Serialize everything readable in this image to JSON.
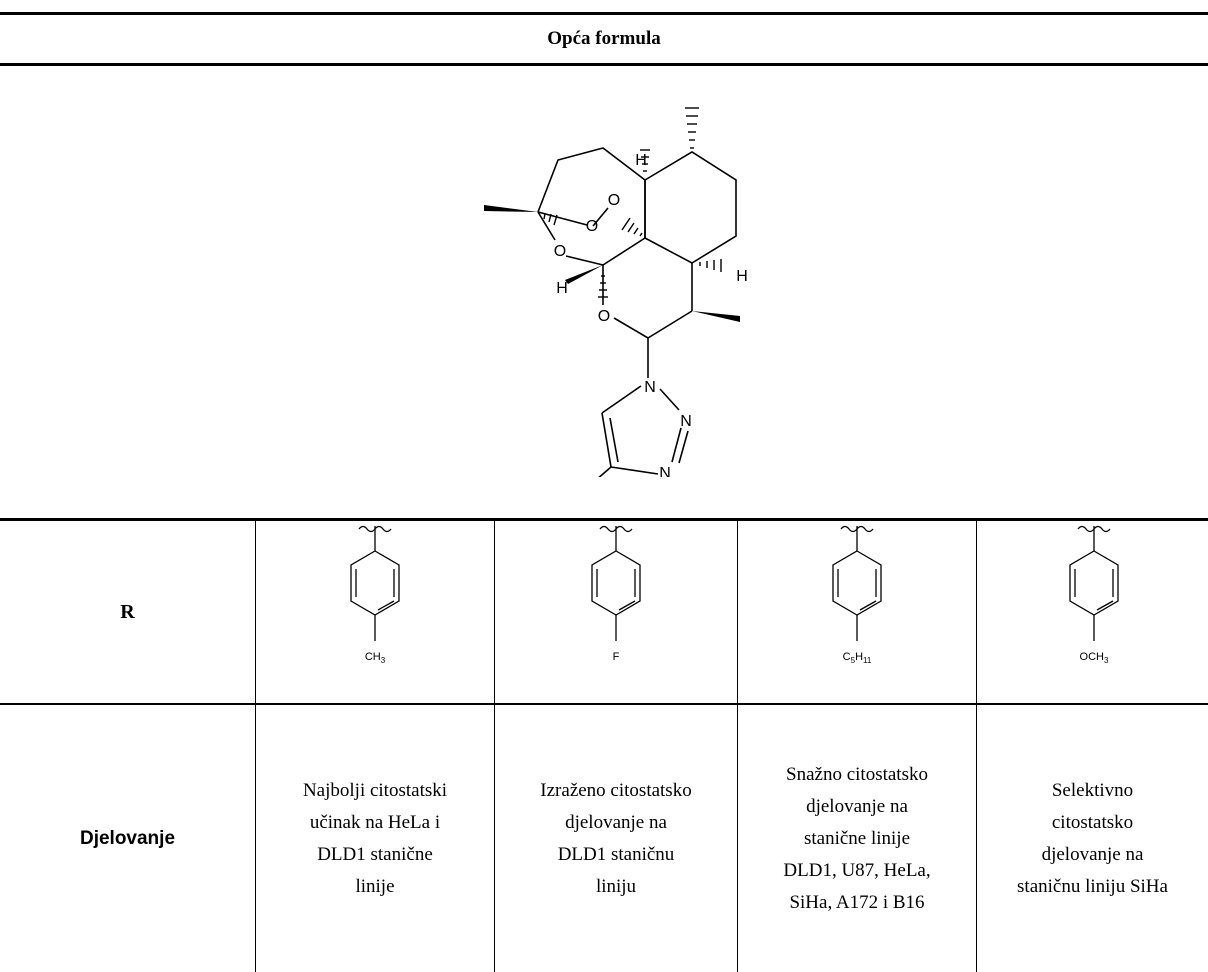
{
  "table": {
    "header": "Opća formula",
    "formula_label": "R",
    "atoms": {
      "H": "H",
      "O": "O",
      "N": "N"
    },
    "row_r_label": "R",
    "row_activity_label": "Djelovanje",
    "substituents": [
      {
        "label": "CH",
        "sub": "3",
        "post": ""
      },
      {
        "label": "F",
        "sub": "",
        "post": ""
      },
      {
        "label": "C",
        "sub": "5",
        "mid": "H",
        "sub2": "11"
      },
      {
        "label": "OCH",
        "sub": "3",
        "post": ""
      }
    ],
    "activities": [
      [
        "Najbolji citostatski",
        "učinak na HeLa i",
        "DLD1 stanične",
        "linije"
      ],
      [
        "Izraženo citostatsko",
        "djelovanje na",
        "DLD1 staničnu",
        "liniju"
      ],
      [
        "Snažno citostatsko",
        "djelovanje na",
        "stanične linije",
        "DLD1, U87, HeLa,",
        "SiHa, A172 i B16"
      ],
      [
        "Selektivno",
        "citostatsko",
        "djelovanje na",
        "staničnu liniju SiHa"
      ]
    ]
  }
}
